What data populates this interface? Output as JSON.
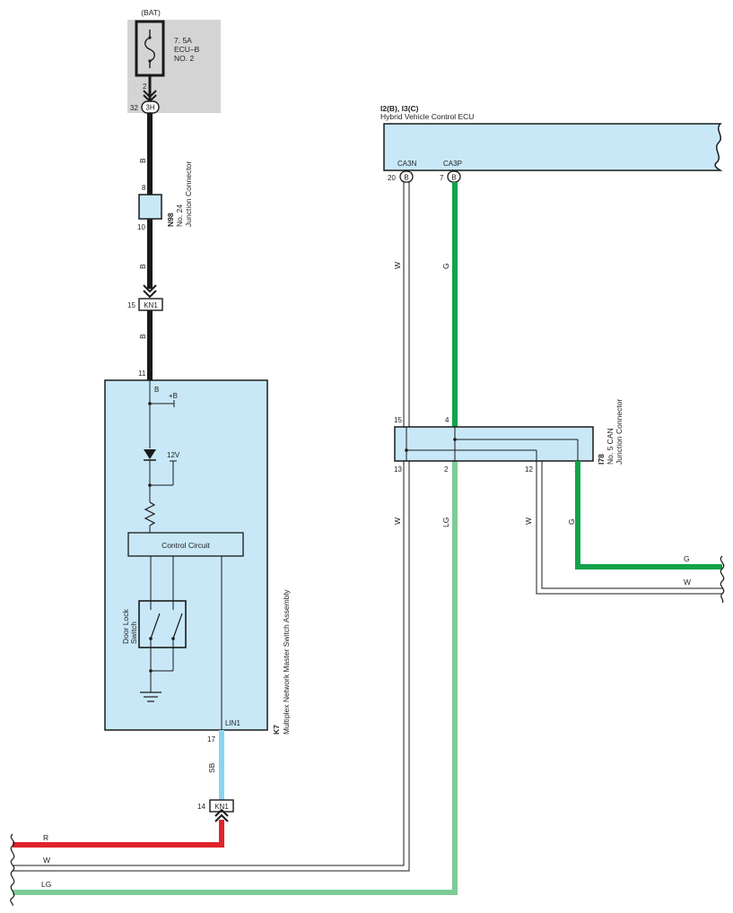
{
  "fuse_block": {
    "source_label": "(BAT)",
    "fuse_rating": "7. 5A",
    "fuse_name": "ECU–B",
    "fuse_no": "NO. 2",
    "fuse_pin": "2",
    "connector_pin": "32",
    "connector_id": "3H"
  },
  "junction_n98": {
    "code": "N98",
    "name_line1": "No. 24",
    "name_line2": "Junction Connector",
    "pin_in": "8",
    "pin_out": "10"
  },
  "kn1_top": {
    "id": "KN1",
    "pin": "15"
  },
  "kn1_bottom": {
    "id": "KN1",
    "pin": "14"
  },
  "wires": {
    "b_upper": "B",
    "b_middle": "B",
    "b_lower": "B",
    "sb": "SB",
    "r": "R",
    "w_bottom": "W",
    "lg_bottom": "LG",
    "w_ecu": "W",
    "g_ecu": "G",
    "w_left_lower": "W",
    "lg_lower": "LG",
    "w_right_lower": "W",
    "g_right_lower": "G",
    "g_out": "G",
    "w_out": "W"
  },
  "master_switch": {
    "code": "K7",
    "name": "Multiplex Network Master Switch Assembly",
    "pin_b": "11",
    "b_label": "B",
    "plus_b": "+B",
    "v12": "12V",
    "control_circuit": "Control Circuit",
    "door_lock_line1": "Door Lock",
    "door_lock_line2": "Switch",
    "lin_label": "LIN1",
    "lin_pin": "17"
  },
  "ecu": {
    "codes": "I2(B), I3(C)",
    "name": "Hybrid Vehicle Control ECU",
    "ca3n_label": "CA3N",
    "ca3p_label": "CA3P",
    "ca3n_pin": "20",
    "ca3p_pin": "7",
    "conn_letter_1": "B",
    "conn_letter_2": "B"
  },
  "junction_i78": {
    "code": "I78",
    "name_line1": "No. 5 CAN",
    "name_line2": "Junction Connector",
    "pin_15": "15",
    "pin_4": "4",
    "pin_13": "13",
    "pin_2": "2",
    "pin_12": "12",
    "pin_1": "1"
  },
  "colors": {
    "black_wire": "#1a1a1a",
    "green_wire": "#12a34a",
    "light_green_wire": "#7dcb98",
    "red_wire": "#e0242b",
    "sky_blue_wire": "#8ad4f2",
    "component_fill": "#c8e8f8",
    "fuse_block_fill": "#d4d4d4"
  }
}
